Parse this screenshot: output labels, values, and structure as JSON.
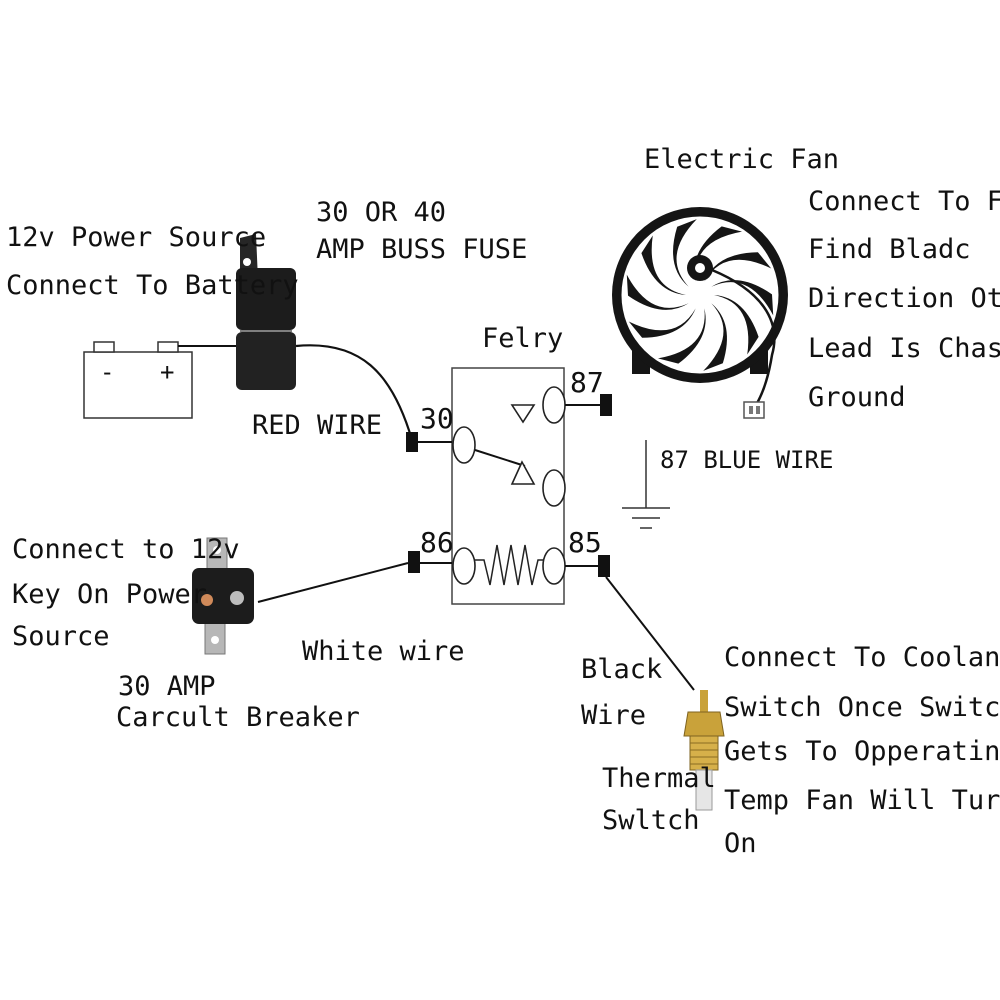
{
  "labels": {
    "power_source_line1": "12v Power Source",
    "power_source_line2": "Connect To Battery",
    "fuse_line1": "30 OR 40",
    "fuse_line2": "AMP BUSS FUSE",
    "red_wire": "RED WIRE",
    "relay": "Felry",
    "electric_fan": "Electric Fan",
    "fan_note_line1": "Connect To Fan",
    "fan_note_line2": "Find Bladc",
    "fan_note_line3": "Direction Other",
    "fan_note_line4": "Lead Is Chassis",
    "fan_note_line5": "Ground",
    "blue_wire": "87 BLUE WIRE",
    "key_line1": "Connect to 12v",
    "key_line2": "Key On Power",
    "key_line3": "Source",
    "breaker_line1": "30 AMP",
    "breaker_line2": "Carcult Breaker",
    "white_wire": "White wire",
    "black_wire_line1": "Black",
    "black_wire_line2": "Wire",
    "thermal_line1": "Thermal",
    "thermal_line2": "Swltch",
    "coolant_line1": "Connect To Coolant",
    "coolant_line2": "Switch Once Switch",
    "coolant_line3": "Gets To Opperating",
    "coolant_line4": "Temp Fan Will Turn",
    "coolant_line5": "On"
  },
  "battery": {
    "minus": "-",
    "plus": "+"
  },
  "pins": {
    "p30": "30",
    "p87": "87",
    "p86": "86",
    "p85": "85"
  },
  "colors": {
    "line": "#111111",
    "fan": "#151515",
    "fuse": "#1c1c1c",
    "brass": "#c9a23a"
  }
}
